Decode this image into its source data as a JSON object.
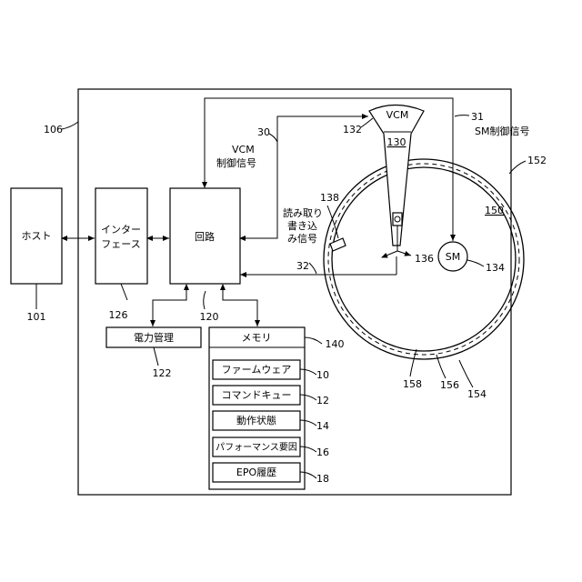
{
  "blocks": {
    "host": "ホスト",
    "interface_line1": "インター",
    "interface_line2": "フェース",
    "circuit": "回路",
    "power": "電力管理",
    "memory": "メモリ",
    "firmware": "ファームウェア",
    "command_queue": "コマンドキュー",
    "op_state": "動作状態",
    "perf_factor": "パフォーマンス要因",
    "epo_history": "EPO履歴",
    "vcm": "VCM",
    "sm": "SM"
  },
  "signals": {
    "vcm_line1": "VCM",
    "vcm_line2": "制御信号",
    "sm": "SM制御信号",
    "rw_line1": "読み取り",
    "rw_line2": "書き込",
    "rw_line3": "み信号"
  },
  "refs": {
    "r106": "106",
    "r101": "101",
    "r126": "126",
    "r120": "120",
    "r122": "122",
    "r140": "140",
    "r10": "10",
    "r12": "12",
    "r14": "14",
    "r16": "16",
    "r18": "18",
    "r30": "30",
    "r31": "31",
    "r32": "32",
    "r132": "132",
    "r130": "130",
    "r138": "138",
    "r136": "136",
    "r134": "134",
    "r150": "150",
    "r152": "152",
    "r154": "154",
    "r156": "156",
    "r158": "158"
  }
}
